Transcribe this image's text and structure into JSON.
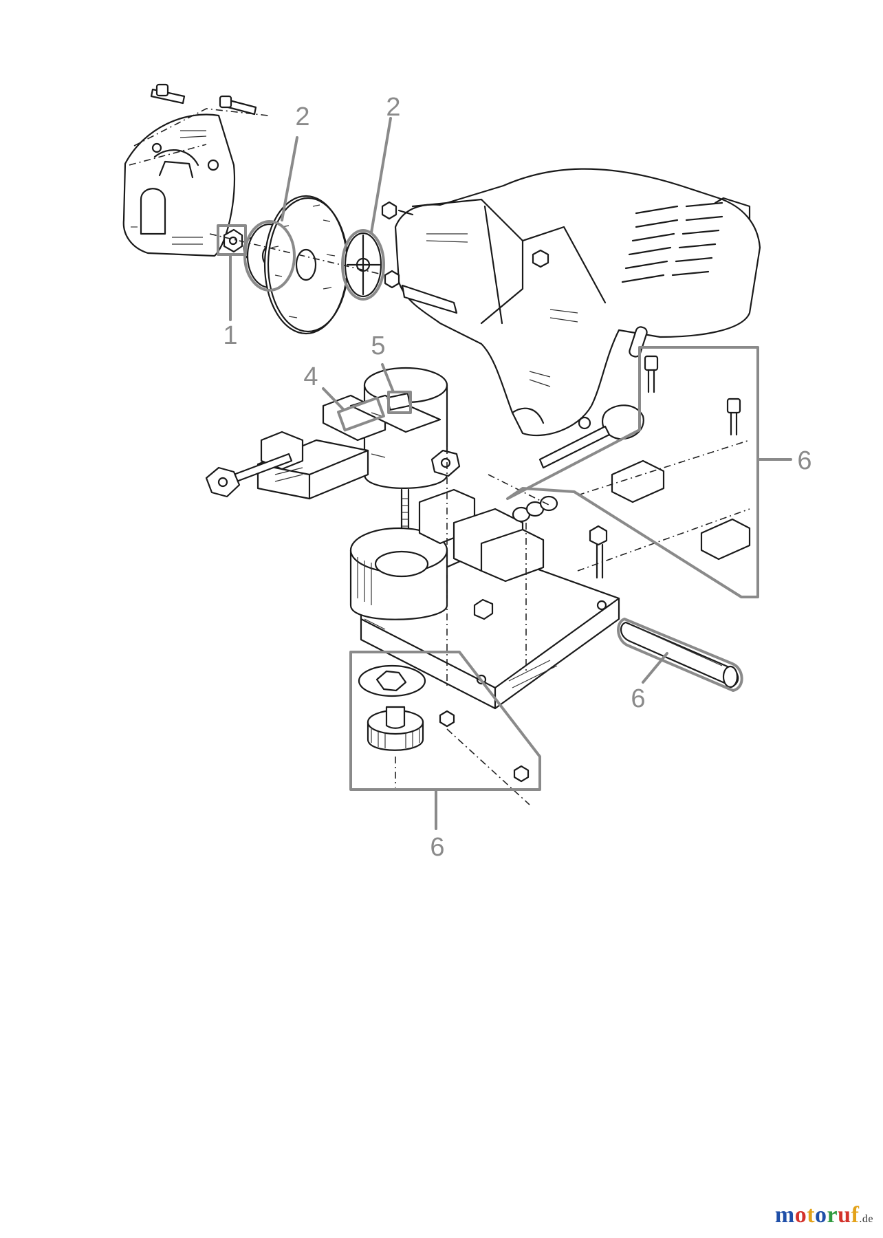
{
  "callouts": {
    "c1": "1",
    "c2a": "2",
    "c2b": "2",
    "c4": "4",
    "c5": "5",
    "c6_right": "6",
    "c6_rod": "6",
    "c6_bottom": "6"
  },
  "watermark": {
    "letters": [
      "m",
      "o",
      "t",
      "o",
      "r",
      "u",
      "f"
    ],
    "colors": [
      "#1f4fa8",
      "#d3322b",
      "#e3a21a",
      "#1f4fa8",
      "#2f9a3e",
      "#d3322b",
      "#e3a21a"
    ],
    "tld": ".de"
  }
}
